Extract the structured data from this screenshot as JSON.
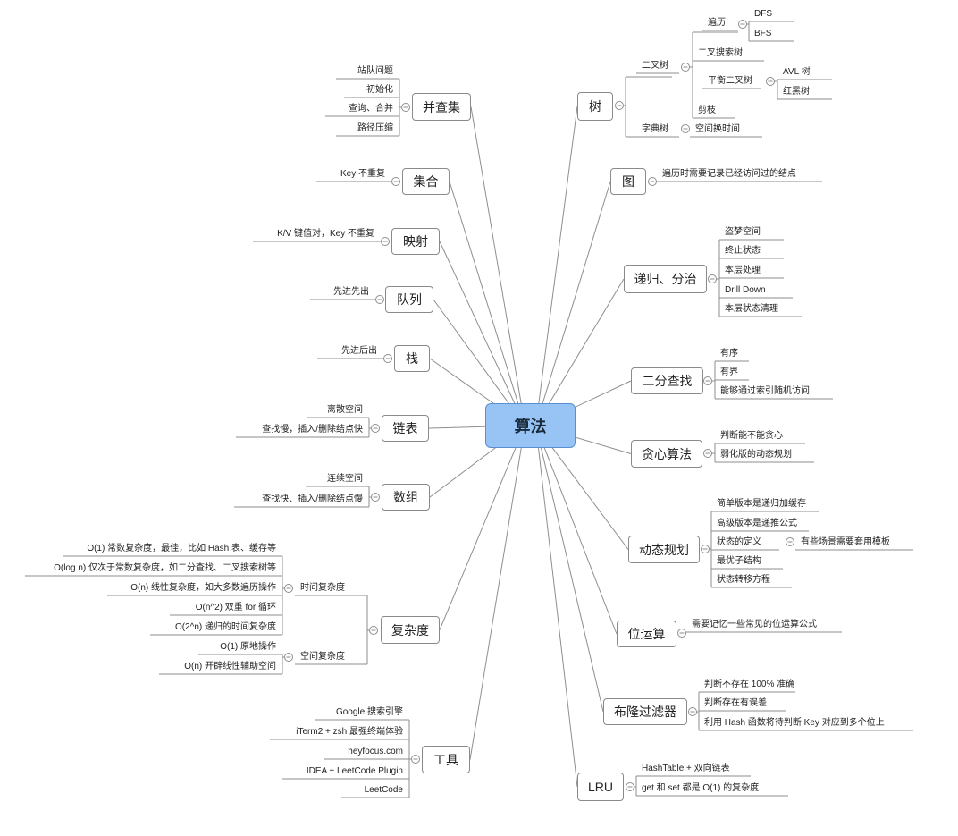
{
  "root": "算法",
  "tree": {
    "label": "树",
    "binary_tree": {
      "label": "二叉树",
      "traverse": {
        "label": "遍历",
        "dfs": "DFS",
        "bfs": "BFS"
      },
      "bst": "二叉搜索树",
      "balanced": {
        "label": "平衡二叉树",
        "avl": "AVL 树",
        "rbt": "红黑树"
      },
      "prune": "剪枝"
    },
    "trie": {
      "label": "字典树",
      "tradeoff": "空间换时间"
    }
  },
  "graph": {
    "label": "图",
    "note": "遍历时需要记录已经访问过的结点"
  },
  "recursion": {
    "label": "递归、分治",
    "items": [
      "盗梦空间",
      "终止状态",
      "本层处理",
      "Drill Down",
      "本层状态清理"
    ]
  },
  "binary_search": {
    "label": "二分查找",
    "items": [
      "有序",
      "有界",
      "能够通过索引随机访问"
    ]
  },
  "greedy": {
    "label": "贪心算法",
    "items": [
      "判断能不能贪心",
      "弱化版的动态规划"
    ]
  },
  "dp": {
    "label": "动态规划",
    "items": [
      "简单版本是递归加缓存",
      "高级版本是递推公式",
      "状态的定义",
      "最优子结构",
      "状态转移方程"
    ],
    "state_def_note": "有些场景需要套用模板"
  },
  "bit": {
    "label": "位运算",
    "note": "需要记忆一些常见的位运算公式"
  },
  "bloom": {
    "label": "布隆过滤器",
    "items": [
      "判断不存在 100% 准确",
      "判断存在有误差",
      "利用 Hash 函数将待判断 Key 对应到多个位上"
    ]
  },
  "lru": {
    "label": "LRU",
    "items": [
      "HashTable + 双向链表",
      "get 和 set 都是 O(1) 的复杂度"
    ]
  },
  "union_find": {
    "label": "并查集",
    "items": [
      "站队问题",
      "初始化",
      "查询、合并",
      "路径压缩"
    ]
  },
  "set": {
    "label": "集合",
    "note": "Key 不重复"
  },
  "map": {
    "label": "映射",
    "note": "K/V 键值对，Key 不重复"
  },
  "queue": {
    "label": "队列",
    "note": "先进先出"
  },
  "stack": {
    "label": "栈",
    "note": "先进后出"
  },
  "linked_list": {
    "label": "链表",
    "items": [
      "离散空间",
      "查找慢，插入/删除结点快"
    ]
  },
  "array": {
    "label": "数组",
    "items": [
      "连续空间",
      "查找快、插入/删除结点慢"
    ]
  },
  "complexity": {
    "label": "复杂度",
    "time": {
      "label": "时间复杂度",
      "items": [
        "O(1) 常数复杂度，最佳，比如 Hash 表、缓存等",
        "O(log n) 仅次于常数复杂度，如二分查找、二叉搜索树等",
        "O(n) 线性复杂度，如大多数遍历操作",
        "O(n^2) 双重 for 循环",
        "O(2^n) 递归的时间复杂度"
      ]
    },
    "space": {
      "label": "空间复杂度",
      "items": [
        "O(1) 原地操作",
        "O(n) 开辟线性辅助空间"
      ]
    }
  },
  "tools": {
    "label": "工具",
    "items": [
      "Google 搜索引擎",
      "iTerm2 + zsh 最强终端体验",
      "heyfocus.com",
      "IDEA + LeetCode Plugin",
      "LeetCode"
    ]
  }
}
